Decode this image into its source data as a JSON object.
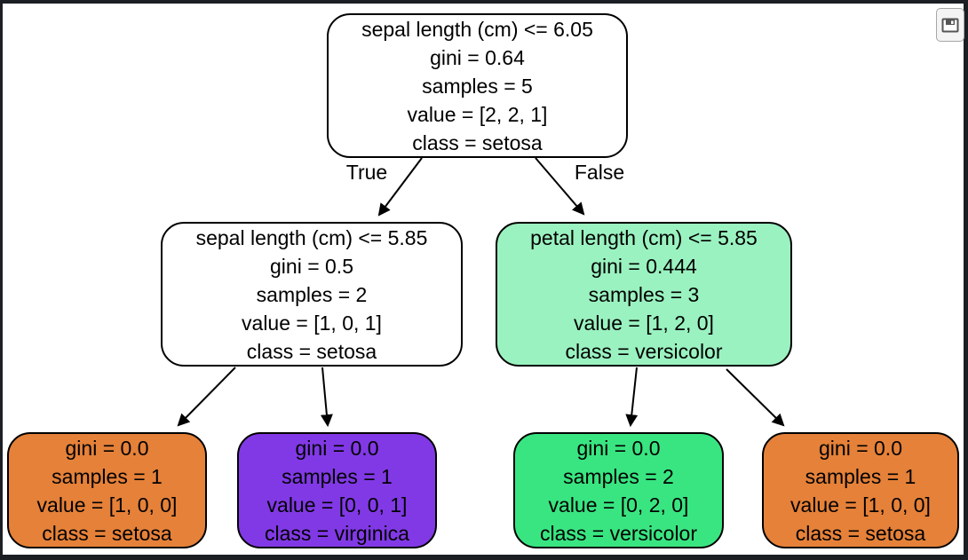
{
  "toolbar": {
    "save_icon": "floppy-disk-icon"
  },
  "edges": {
    "true_label": "True",
    "false_label": "False"
  },
  "nodes": {
    "root": {
      "condition": "sepal length (cm) <= 6.05",
      "gini": "gini = 0.64",
      "samples": "samples = 5",
      "value": "value = [2, 2, 1]",
      "class_label": "class = setosa",
      "fill": "#ffffff"
    },
    "left": {
      "condition": "sepal length (cm) <= 5.85",
      "gini": "gini = 0.5",
      "samples": "samples = 2",
      "value": "value = [1, 0, 1]",
      "class_label": "class = setosa",
      "fill": "#ffffff"
    },
    "right": {
      "condition": "petal length (cm) <= 5.85",
      "gini": "gini = 0.444",
      "samples": "samples = 3",
      "value": "value = [1, 2, 0]",
      "class_label": "class = versicolor",
      "fill": "#9af2c0"
    },
    "leaf1": {
      "gini": "gini = 0.0",
      "samples": "samples = 1",
      "value": "value = [1, 0, 0]",
      "class_label": "class = setosa",
      "fill": "#e58139"
    },
    "leaf2": {
      "gini": "gini = 0.0",
      "samples": "samples = 1",
      "value": "value = [0, 0, 1]",
      "class_label": "class = virginica",
      "fill": "#8139e5"
    },
    "leaf3": {
      "gini": "gini = 0.0",
      "samples": "samples = 2",
      "value": "value = [0, 2, 0]",
      "class_label": "class = versicolor",
      "fill": "#39e581"
    },
    "leaf4": {
      "gini": "gini = 0.0",
      "samples": "samples = 1",
      "value": "value = [1, 0, 0]",
      "class_label": "class = setosa",
      "fill": "#e58139"
    }
  },
  "colors": {
    "setosa_orange": "#e58139",
    "versicolor_green": "#39e581",
    "versicolor_light_green": "#9af2c0",
    "virginica_purple": "#8139e5",
    "node_border": "#000000",
    "frame_border": "#1b1e22",
    "background": "#ffffff"
  }
}
